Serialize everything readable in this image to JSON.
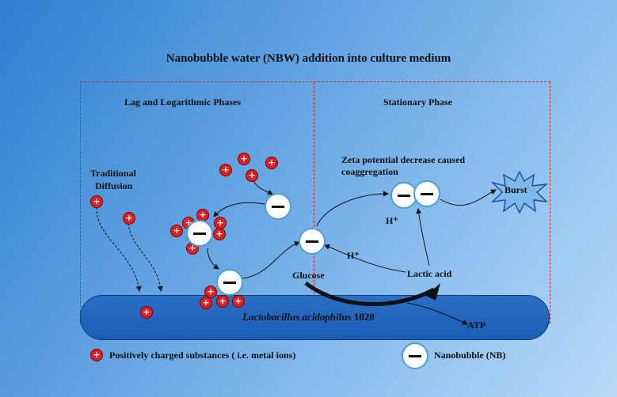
{
  "title": "Nanobubble water (NBW) addition into culture medium",
  "panels": {
    "left_title": "Lag and Logarithmic Phases",
    "right_title": "Stationary Phase"
  },
  "labels": {
    "traditional_diffusion_line1": "Traditional",
    "traditional_diffusion_line2": "Diffusion",
    "zeta_line1": "Zeta potential decrease caused",
    "zeta_line2": "coaggregation",
    "burst": "Burst",
    "h_plus_1": "H⁺",
    "h_plus_2": "H⁺",
    "glucose": "Glucose",
    "lactic_acid": "Lactic acid",
    "atp": "ATP"
  },
  "cell": {
    "name_italic": "Lactobacillus acidophilus",
    "strain": " 1028"
  },
  "legend": {
    "positive_label": "Positively charged substances ( i.e. metal ions)",
    "nanobubble_label": "Nanobubble (NB)"
  },
  "symbols": {
    "positive": "+"
  },
  "colors": {
    "background": "#5c9fe0",
    "dashed_border": "#c62828",
    "cell": "#1b5cb5",
    "positive_charge": "#e02020",
    "nanobubble_ring": "#4a9dd8"
  }
}
